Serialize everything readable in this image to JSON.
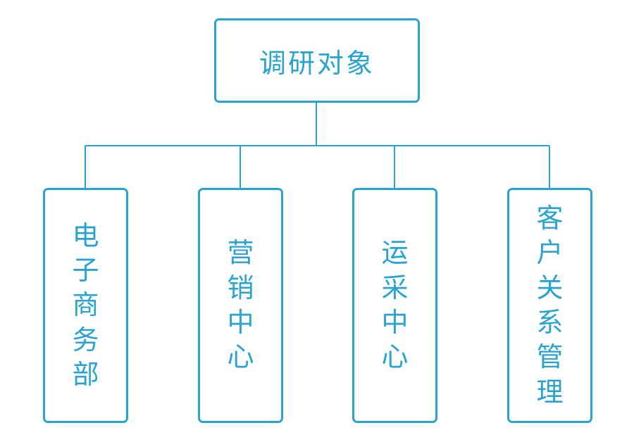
{
  "diagram": {
    "accent_color": "#2aa3d0",
    "root": {
      "label": "调研对象"
    },
    "children": [
      {
        "label": "电子商务部"
      },
      {
        "label": "营销中心"
      },
      {
        "label": "运采中心"
      },
      {
        "label": "客户关系管理"
      }
    ]
  }
}
